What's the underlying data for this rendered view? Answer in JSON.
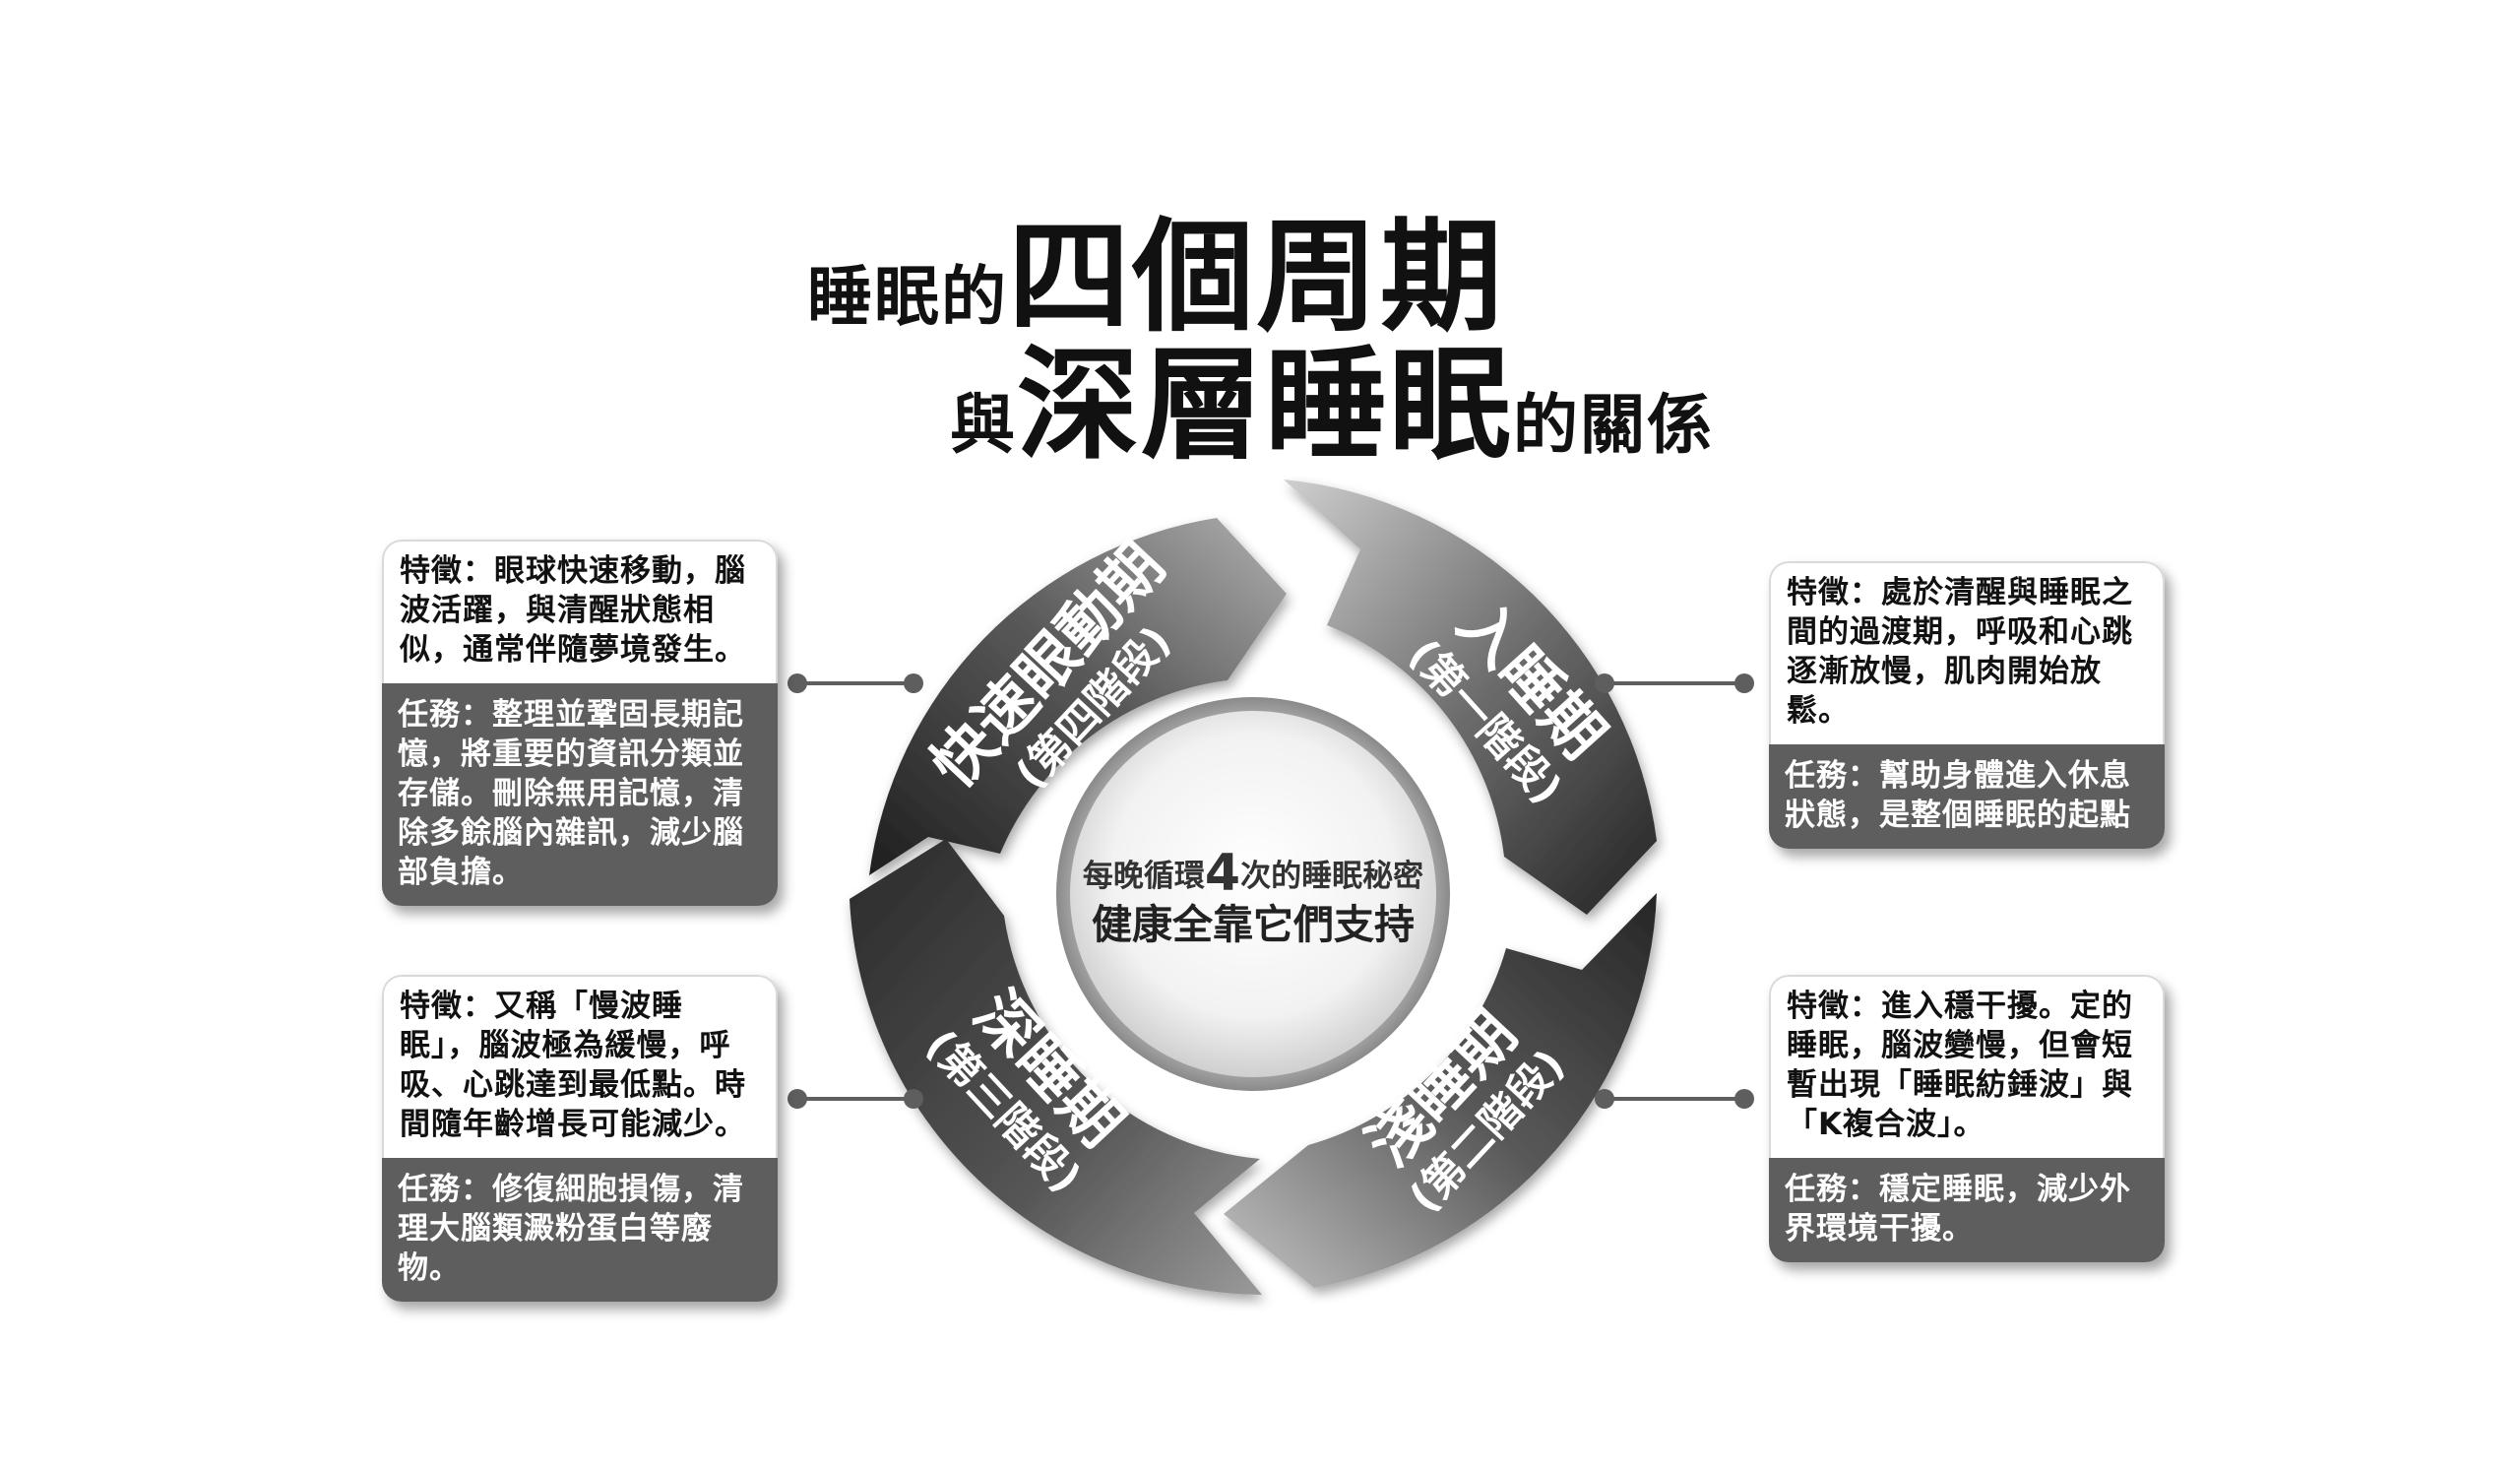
{
  "title": {
    "line1_small": "睡眠的",
    "line1_big": "四個周期",
    "line2_pre": "與",
    "line2_big": "深層睡眠",
    "line2_post": "的關係"
  },
  "center": {
    "line1_pre": "每晚循環",
    "line1_num": "4",
    "line1_post": "次的睡眠秘密",
    "line2": "健康全靠它們支持"
  },
  "stages": {
    "rem": {
      "name": "快速眼動期",
      "sub": "(第四階段)"
    },
    "s1": {
      "name": "入睡期",
      "sub": "(第一階段)"
    },
    "s2": {
      "name": "淺睡期",
      "sub": "(第二階段)"
    },
    "s3": {
      "name": "深睡期",
      "sub": "(第三階段)"
    }
  },
  "cards": {
    "rem": {
      "feature": "特徵：眼球快速移動，腦波活躍，與清醒狀態相似，通常伴隨夢境發生。",
      "task": "任務：整理並鞏固長期記憶，將重要的資訊分類並存儲。刪除無用記憶，清除多餘腦內雜訊，減少腦部負擔。"
    },
    "s1": {
      "feature": "特徵：處於清醒與睡眠之間的過渡期，呼吸和心跳逐漸放慢，肌肉開始放鬆。",
      "task": "任務：幫助身體進入休息狀態，是整個睡眠的起點"
    },
    "s3": {
      "feature": "特徵：又稱「慢波睡眠」，腦波極為緩慢，呼吸、心跳達到最低點。時間隨年齡增長可能減少。",
      "task": "任務：修復細胞損傷，清理大腦類澱粉蛋白等廢物。"
    },
    "s2": {
      "feature": "特徵：進入穩干擾。定的睡眠，腦波變慢，但會短暫出現「睡眠紡錘波」與「K複合波」。",
      "task": "任務：穩定睡眠，減少外界環境干擾。"
    }
  },
  "colors": {
    "ring_dark": "#1a1a1a",
    "ring_light": "#bdbdbd",
    "task_bg": "#5e5e5e",
    "connector": "#5e5e5e"
  }
}
